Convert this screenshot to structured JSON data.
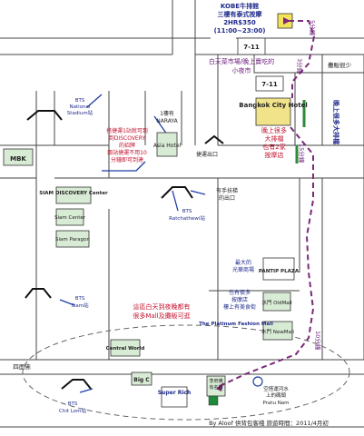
{
  "title_block": {
    "kobe": "KOBE牛排館",
    "thai_massage": "三樓有泰式按摩",
    "price": "2HR$350",
    "hours": "(11:00~23:00)"
  },
  "walk_times": {
    "t5": "5分鐘",
    "t3": "3分鐘",
    "t15": "15分鐘",
    "t10": "10分鐘"
  },
  "stores": {
    "seven1": "7-11",
    "seven2": "7-11"
  },
  "notes": {
    "market": "白天菜市場/晚上賣吃的",
    "night_market": "小夜市",
    "stalls": "攤販很少",
    "night_stalls": "晚上很多大排檔",
    "kfc": "1樓有",
    "kfc2": "NARAYA",
    "discovery1": "搭捷運1站就可到",
    "discovery2": "到DISCOVERY",
    "discovery3": "的招牌",
    "discovery4": "兩站捷運不用10",
    "discovery5": "分鐘即可到達",
    "massage1": "晚上很多",
    "massage2": "大排檔",
    "massage3": "也有2家",
    "massage4": "按摩店",
    "walkway1": "有手扶梯",
    "walkway2": "的出口",
    "exit_left": "捷運出口",
    "pantip_note1": "最大的",
    "pantip_note2": "光華商場",
    "omni_note1": "也有很多",
    "omni_note2": "按摩店",
    "omni_note3": "樓上有美食街",
    "mall_note1": "這區白天到夜晚都有",
    "mall_note2": "很多Mall及攤販可逛",
    "lamp_note": "四面佛",
    "temple1": "李府佛",
    "temple2": "有名的",
    "canal1": "空搭運河水",
    "canal2": "上的碼頭",
    "canal3": "Pratu Nam"
  },
  "places": {
    "mbk": "MBK",
    "national_stadium": "BTS National Stadium站",
    "asia_hotel": "Asia Hotel",
    "bangkok_city_hotel": "Bangkok City Hotel",
    "ratchathewi": "BTS Ratchathewi站",
    "siam_discovery": "SIAM DISCOVERY Center",
    "siam_center": "Siam Center",
    "siam_paragon": "Siam Paragon",
    "siam_bts": "BTS Siam站",
    "pantip": "PANTIP PLAZA",
    "old_mall": "水門 OldMall",
    "platinum": "The Platinum Fashion Mall",
    "new_mall": "水門 NewMall",
    "central_world": "Central World",
    "big_c": "Big C",
    "super_rich": "Super Rich",
    "chit_lom": "BTS Chit Lom站",
    "bts_label1": "BTS",
    "national1": "National",
    "national2": "Stadium站",
    "rat1": "BTS",
    "rat2": "Ratchathewi站",
    "siam1": "BTS",
    "siam2": "Siam站",
    "chit1": "BTS",
    "chit2": "Chit Lom站"
  },
  "footer": {
    "credit": "By Aloof 供背包客棧   旅遊時間：2011/4月初"
  },
  "colors": {
    "route": "#7a2a78",
    "building": "#d8ebd4",
    "highlight": "#f1e38a",
    "road_edge": "#444444",
    "accent_green": "#2f8a3a"
  }
}
